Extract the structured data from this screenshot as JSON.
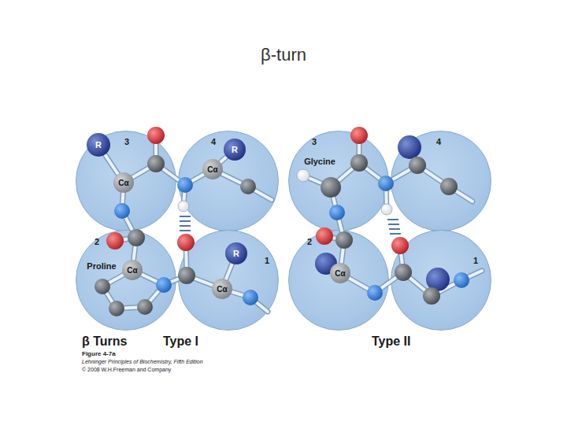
{
  "diagram": {
    "title": "β-turn",
    "nodes": [
      {
        "text": [
          "3"
        ]
      },
      {
        "text": [
          "4"
        ]
      },
      {
        "text": [
          "2",
          "Proline"
        ]
      },
      {
        "text": [
          "1"
        ]
      },
      {
        "text": [
          "3",
          "Glycine"
        ]
      },
      {
        "text": [
          "4"
        ]
      },
      {
        "text": [
          "2"
        ]
      },
      {
        "text": [
          "1"
        ]
      }
    ],
    "labels": [
      "R",
      "Cα",
      "Cα",
      "R",
      "Cα",
      "Cα",
      "R",
      "Cα",
      "β Turns",
      "Type I",
      "Type II",
      "Figure 4-7a",
      "Lehninger Principles of Biochemistry, Fifth Edition",
      "© 2008 W.H.Freeman and Company"
    ]
  }
}
